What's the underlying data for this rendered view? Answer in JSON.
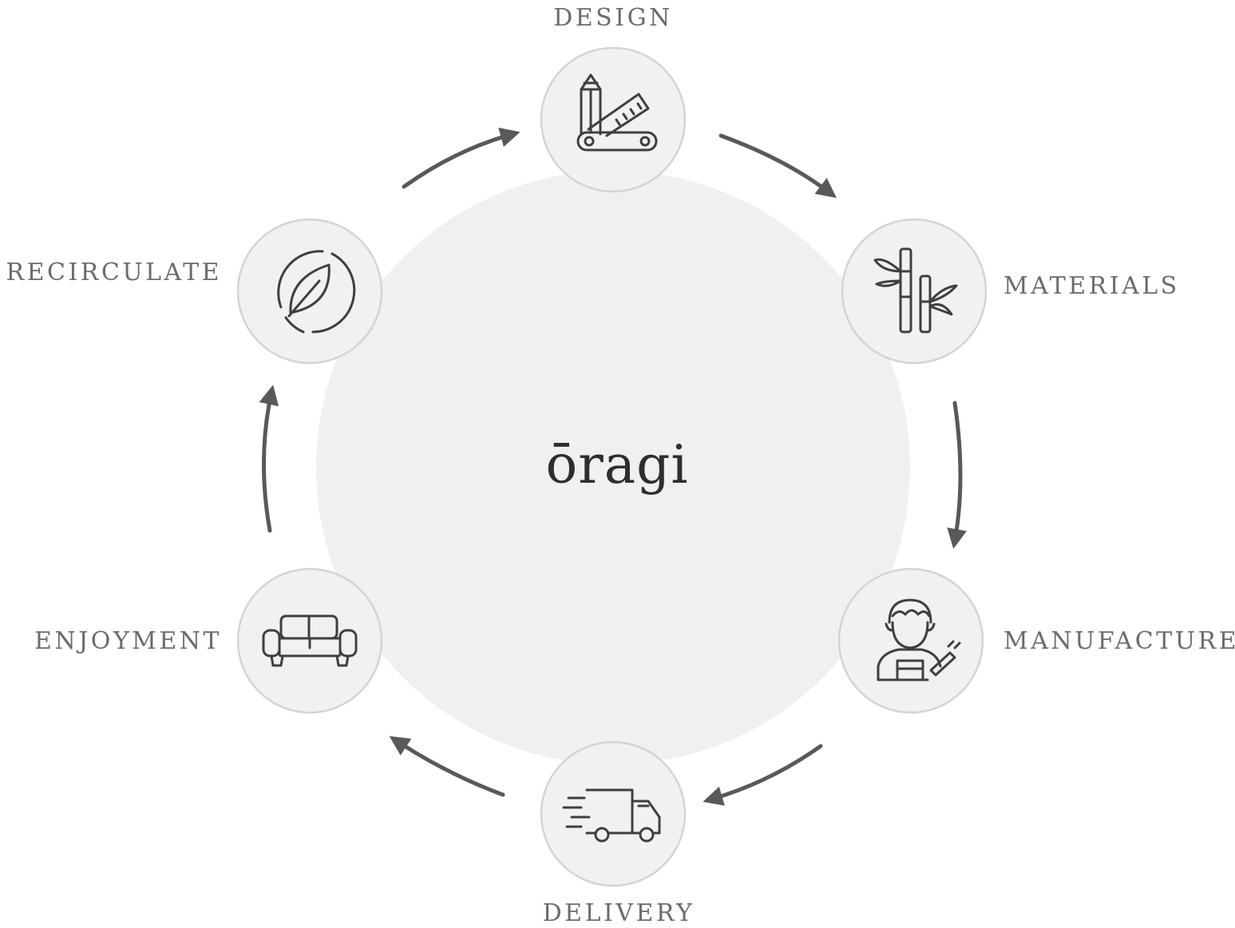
{
  "brand": {
    "wordmark": "ōragi"
  },
  "stages": [
    {
      "id": "design",
      "label": "DESIGN",
      "icon": "pencil-ruler-icon"
    },
    {
      "id": "materials",
      "label": "MATERIALS",
      "icon": "bamboo-icon"
    },
    {
      "id": "manufacture",
      "label": "MANUFACTURE",
      "icon": "craftsman-icon"
    },
    {
      "id": "delivery",
      "label": "DELIVERY",
      "icon": "delivery-truck-icon"
    },
    {
      "id": "enjoyment",
      "label": "ENJOYMENT",
      "icon": "sofa-icon"
    },
    {
      "id": "recirculate",
      "label": "RECIRCULATE",
      "icon": "leaf-cycle-icon"
    }
  ],
  "colors": {
    "hub": "#f0f0f0",
    "node_fill": "#f1f1f1",
    "node_stroke": "#d4d4d4",
    "arrow": "#595959",
    "icon": "#3f3f3f",
    "label": "#6b6b6b",
    "brand": "#2e2e2e"
  }
}
